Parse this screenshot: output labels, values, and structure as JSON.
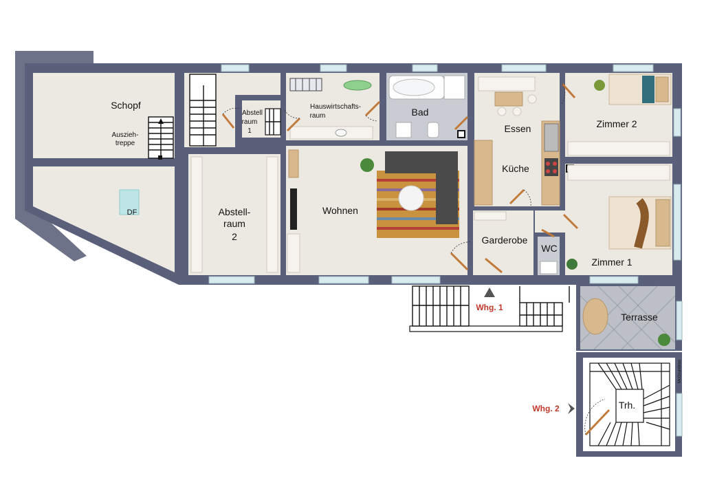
{
  "rooms": {
    "schopf": "Schopf",
    "ausziehtreppe_1": "Ausziehtreppe",
    "ausziehtreppe_line1": "Auszieh-",
    "ausziehtreppe_line2": "treppe",
    "df": "DF",
    "abstellraum1_l1": "Abstell",
    "abstellraum1_l2": "raum",
    "abstellraum1_l3": "1",
    "hauswirtschaft_l1": "Hauswirtschafts-",
    "hauswirtschaft_l2": "raum",
    "bad": "Bad",
    "essen": "Essen",
    "zimmer2": "Zimmer 2",
    "kueche": "Küche",
    "wohnen": "Wohnen",
    "abstellraum2_l1": "Abstell-",
    "abstellraum2_l2": "raum",
    "abstellraum2_l3": "2",
    "garderobe": "Garderobe",
    "wc": "WC",
    "zimmer1": "Zimmer 1",
    "terrasse": "Terrasse",
    "trh": "Trh."
  },
  "entrances": {
    "whg1": "Whg. 1",
    "whg2": "Whg. 2"
  },
  "watermark": "McGrundriss",
  "colors": {
    "wall": "#5a5f7a",
    "floor": "#ece9e3",
    "tile": "#c9cdd3",
    "entrance_label": "#c0392b"
  }
}
